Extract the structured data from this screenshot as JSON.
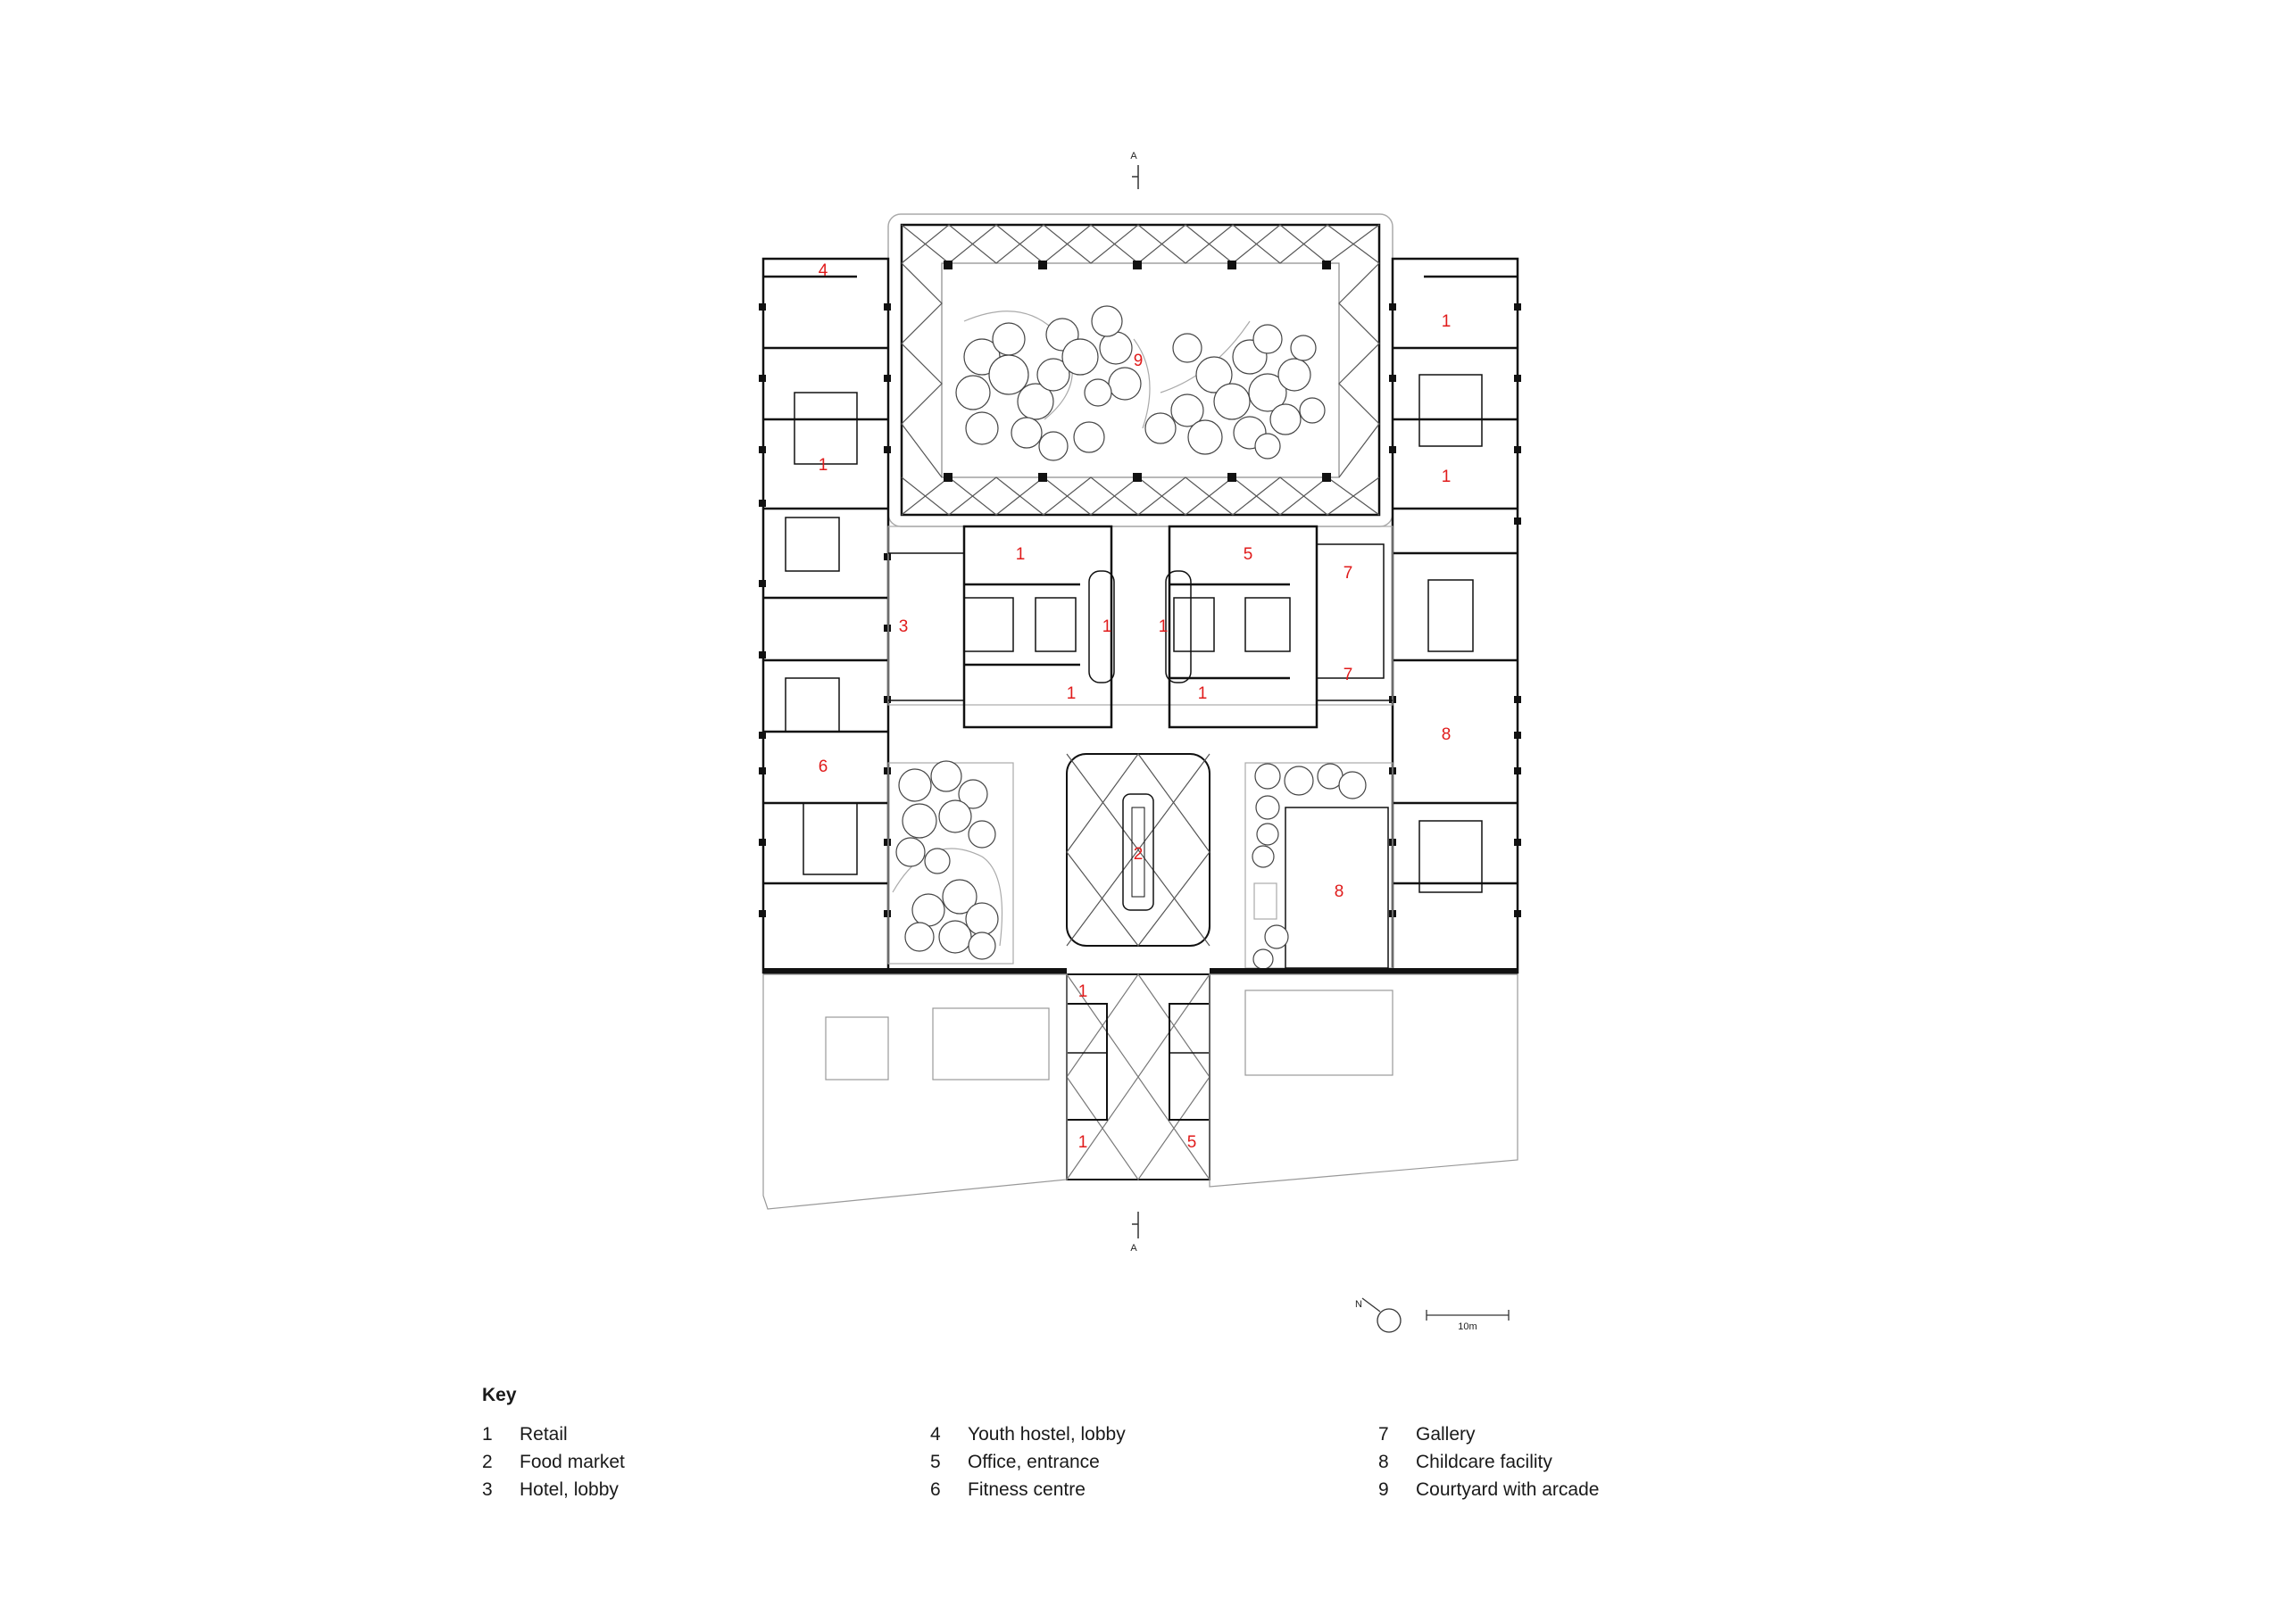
{
  "plan": {
    "section_marker": "A",
    "north_label": "N",
    "scale_label": "10m",
    "labels": [
      {
        "id": "n4-top",
        "text": "4"
      },
      {
        "id": "n9",
        "text": "9"
      },
      {
        "id": "n1-ne-top",
        "text": "1"
      },
      {
        "id": "n1-nw",
        "text": "1"
      },
      {
        "id": "n1-ne-mid",
        "text": "1"
      },
      {
        "id": "n1-center-top",
        "text": "1"
      },
      {
        "id": "n5-center",
        "text": "5"
      },
      {
        "id": "n7-top",
        "text": "7"
      },
      {
        "id": "n3",
        "text": "3"
      },
      {
        "id": "n1-center-l",
        "text": "1"
      },
      {
        "id": "n1-center-r",
        "text": "1"
      },
      {
        "id": "n7-bot",
        "text": "7"
      },
      {
        "id": "n1-center-bl",
        "text": "1"
      },
      {
        "id": "n1-center-br",
        "text": "1"
      },
      {
        "id": "n8-east",
        "text": "8"
      },
      {
        "id": "n6",
        "text": "6"
      },
      {
        "id": "n2",
        "text": "2"
      },
      {
        "id": "n8-court",
        "text": "8"
      },
      {
        "id": "n1-passage-top",
        "text": "1"
      },
      {
        "id": "n1-passage-bot",
        "text": "1"
      },
      {
        "id": "n5-passage",
        "text": "5"
      }
    ]
  },
  "key": {
    "title": "Key",
    "items": [
      {
        "n": "1",
        "label": "Retail"
      },
      {
        "n": "2",
        "label": "Food market"
      },
      {
        "n": "3",
        "label": "Hotel, lobby"
      },
      {
        "n": "4",
        "label": "Youth hostel, lobby"
      },
      {
        "n": "5",
        "label": "Office, entrance"
      },
      {
        "n": "6",
        "label": "Fitness centre"
      },
      {
        "n": "7",
        "label": "Gallery"
      },
      {
        "n": "8",
        "label": "Childcare facility"
      },
      {
        "n": "9",
        "label": "Courtyard with arcade"
      }
    ]
  },
  "colors": {
    "room_number": "#e01b1b",
    "line": "#111111",
    "light_line": "#9a9a9a"
  }
}
